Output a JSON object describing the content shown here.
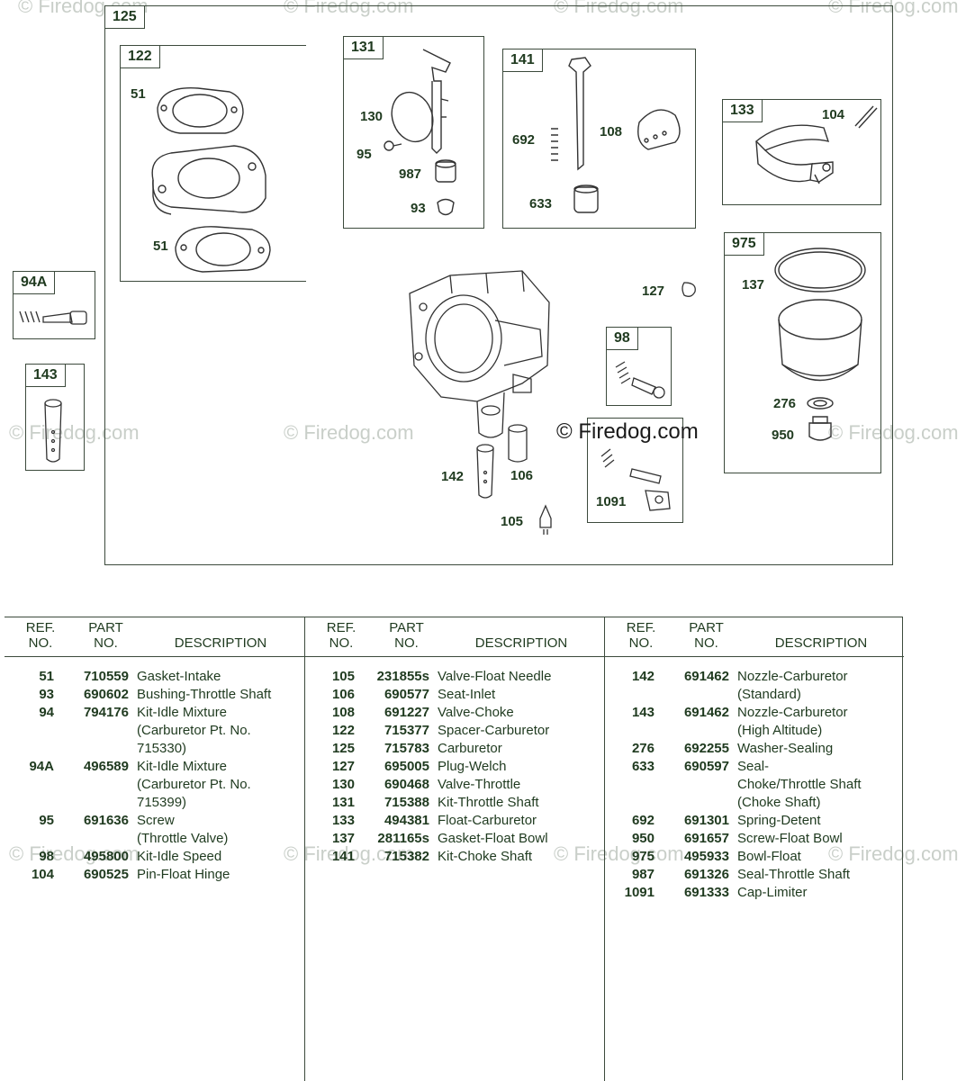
{
  "watermark": "© Firedog.com",
  "copyright": "© Firedog.com",
  "boxes": {
    "b125": "125",
    "b122": "122",
    "b131": "131",
    "b141": "141",
    "b133": "133",
    "b975": "975",
    "b94a": "94A",
    "b143": "143",
    "b98": "98"
  },
  "callouts": {
    "c51a": "51",
    "c51b": "51",
    "c130": "130",
    "c95": "95",
    "c987": "987",
    "c93": "93",
    "c692": "692",
    "c108": "108",
    "c633": "633",
    "c104": "104",
    "c137": "137",
    "c276": "276",
    "c950": "950",
    "c127": "127",
    "c142": "142",
    "c106": "106",
    "c105": "105",
    "c1091": "1091"
  },
  "table": {
    "headers": {
      "ref": "REF.\nNO.",
      "part": "PART\nNO.",
      "desc": "DESCRIPTION"
    },
    "col1": [
      {
        "ref": "51",
        "part": "710559",
        "desc": "Gasket-Intake"
      },
      {
        "ref": "93",
        "part": "690602",
        "desc": "Bushing-Throttle Shaft"
      },
      {
        "ref": "94",
        "part": "794176",
        "desc": "Kit-Idle Mixture"
      },
      {
        "ref": "",
        "part": "",
        "desc": "(Carburetor Pt. No."
      },
      {
        "ref": "",
        "part": "",
        "desc": "715330)"
      },
      {
        "ref": "94A",
        "part": "496589",
        "desc": "Kit-Idle Mixture"
      },
      {
        "ref": "",
        "part": "",
        "desc": "(Carburetor Pt. No."
      },
      {
        "ref": "",
        "part": "",
        "desc": "715399)"
      },
      {
        "ref": "95",
        "part": "691636",
        "desc": "Screw"
      },
      {
        "ref": "",
        "part": "",
        "desc": "(Throttle Valve)"
      },
      {
        "ref": "98",
        "part": "495800",
        "desc": "Kit-Idle Speed"
      },
      {
        "ref": "104",
        "part": "690525",
        "desc": "Pin-Float Hinge"
      }
    ],
    "col2": [
      {
        "ref": "105",
        "part": "231855s",
        "desc": "Valve-Float Needle"
      },
      {
        "ref": "106",
        "part": "690577",
        "desc": "Seat-Inlet"
      },
      {
        "ref": "108",
        "part": "691227",
        "desc": "Valve-Choke"
      },
      {
        "ref": "122",
        "part": "715377",
        "desc": "Spacer-Carburetor"
      },
      {
        "ref": "125",
        "part": "715783",
        "desc": "Carburetor"
      },
      {
        "ref": "127",
        "part": "695005",
        "desc": "Plug-Welch"
      },
      {
        "ref": "130",
        "part": "690468",
        "desc": "Valve-Throttle"
      },
      {
        "ref": "131",
        "part": "715388",
        "desc": "Kit-Throttle Shaft"
      },
      {
        "ref": "133",
        "part": "494381",
        "desc": "Float-Carburetor"
      },
      {
        "ref": "137",
        "part": "281165s",
        "desc": "Gasket-Float Bowl"
      },
      {
        "ref": "141",
        "part": "715382",
        "desc": "Kit-Choke Shaft"
      }
    ],
    "col3": [
      {
        "ref": "142",
        "part": "691462",
        "desc": "Nozzle-Carburetor"
      },
      {
        "ref": "",
        "part": "",
        "desc": "(Standard)"
      },
      {
        "ref": "143",
        "part": "691462",
        "desc": "Nozzle-Carburetor"
      },
      {
        "ref": "",
        "part": "",
        "desc": "(High Altitude)"
      },
      {
        "ref": "276",
        "part": "692255",
        "desc": "Washer-Sealing"
      },
      {
        "ref": "633",
        "part": "690597",
        "desc": "Seal-"
      },
      {
        "ref": "",
        "part": "",
        "desc": "Choke/Throttle Shaft"
      },
      {
        "ref": "",
        "part": "",
        "desc": "(Choke Shaft)"
      },
      {
        "ref": "692",
        "part": "691301",
        "desc": "Spring-Detent"
      },
      {
        "ref": "950",
        "part": "691657",
        "desc": "Screw-Float Bowl"
      },
      {
        "ref": "975",
        "part": "495933",
        "desc": "Bowl-Float"
      },
      {
        "ref": "987",
        "part": "691326",
        "desc": "Seal-Throttle Shaft"
      },
      {
        "ref": "1091",
        "part": "691333",
        "desc": "Cap-Limiter"
      }
    ]
  }
}
